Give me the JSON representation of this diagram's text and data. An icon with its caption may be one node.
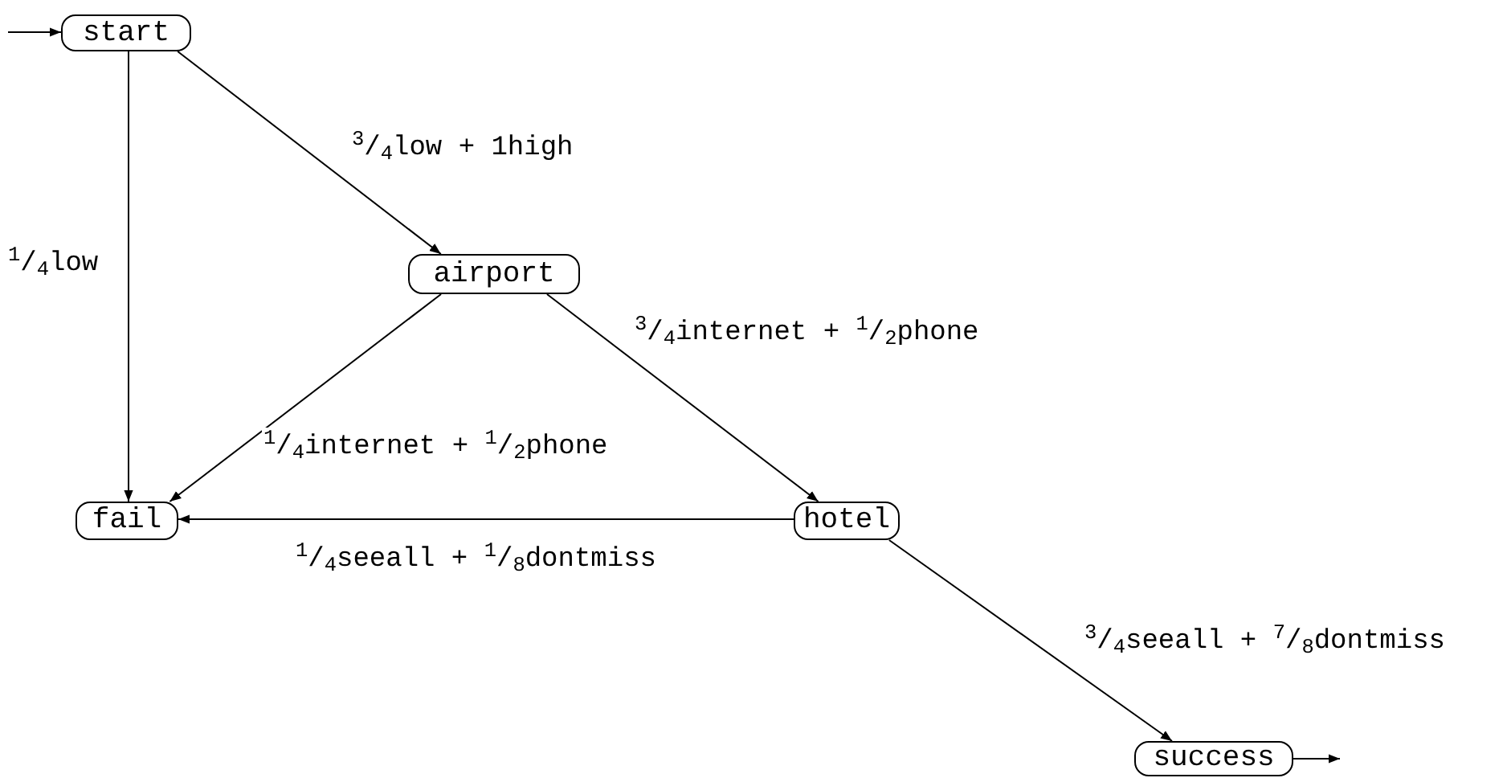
{
  "diagram": {
    "nodes": [
      {
        "text": [
          "start"
        ]
      },
      {
        "text": [
          "airport"
        ]
      },
      {
        "text": [
          "fail"
        ]
      },
      {
        "text": [
          "hotel"
        ]
      },
      {
        "text": [
          "success"
        ]
      }
    ],
    "edges": [
      {
        "from": null,
        "to": 0,
        "arrow": "to"
      },
      {
        "from": 0,
        "to": 1,
        "arrow": "to",
        "label": "$^{3}$/$_{4}$low + 1high"
      },
      {
        "from": 0,
        "to": 2,
        "arrow": "to",
        "label": "$^{1}$/$_{4}$low"
      },
      {
        "from": 1,
        "to": 2,
        "arrow": "to",
        "label": "$^{1}$/$_{4}$internet + $^{1}$/$_{2}$phone"
      },
      {
        "from": 1,
        "to": 3,
        "arrow": "to",
        "label": "$^{3}$/$_{4}$internet + $^{1}$/$_{2}$phone"
      },
      {
        "from": 3,
        "to": 2,
        "arrow": "to",
        "label": "$^{1}$/$_{4}$seeall + $^{1}$/$_{8}$dontmiss"
      },
      {
        "from": 3,
        "to": 4,
        "arrow": "to",
        "label": "$^{3}$/$_{4}$seeall + $^{7}$/$_{8}$dontmiss"
      },
      {
        "from": 4,
        "to": null,
        "arrow": "to"
      }
    ]
  }
}
